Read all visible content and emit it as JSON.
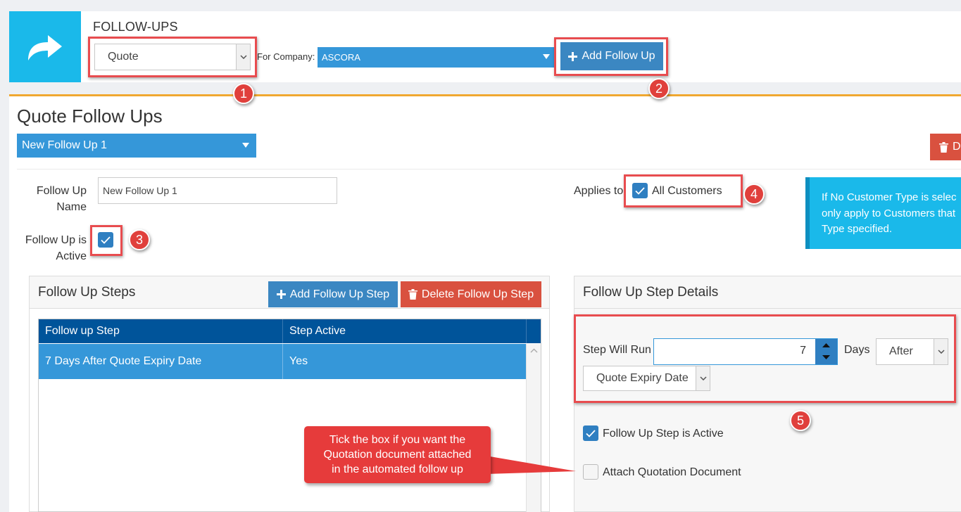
{
  "header": {
    "module_title": "FOLLOW-UPS",
    "type_select_value": "Quote",
    "company_label": "For Company:",
    "company_value": "ASCORA",
    "add_follow_up_label": "Add Follow Up"
  },
  "main": {
    "page_title": "Quote Follow Ups",
    "follow_up_select_value": "New Follow Up 1",
    "delete_button_label": "D",
    "follow_up_name_label": "Follow Up Name",
    "follow_up_name_value": "New Follow Up 1",
    "follow_up_active_label": "Follow Up is Active",
    "applies_to_label": "Applies to:",
    "all_customers_label": "All Customers",
    "info_lines": [
      "If No Customer Type is selec",
      "only apply to Customers that",
      "Type specified."
    ]
  },
  "steps": {
    "title": "Follow Up Steps",
    "add_step_label": "Add Follow Up Step",
    "delete_step_label": "Delete Follow Up Step",
    "columns": [
      "Follow up Step",
      "Step Active"
    ],
    "rows": [
      {
        "step": "7 Days After Quote Expiry Date",
        "active": "Yes"
      }
    ]
  },
  "details": {
    "title": "Follow Up Step Details",
    "step_will_run_label": "Step Will Run",
    "days_value": "7",
    "days_label": "Days",
    "after_select_value": "After",
    "date_select_value": "Quote Expiry Date",
    "step_active_label": "Follow Up Step is Active",
    "attach_label": "Attach Quotation Document"
  },
  "annotations": {
    "badges": [
      "1",
      "2",
      "3",
      "4",
      "5"
    ],
    "callout_lines": [
      "Tick the box if you want the",
      "Quotation document attached",
      "in the automated follow up"
    ]
  },
  "colors": {
    "accent_blue": "#3597d9",
    "header_blue": "#00549a",
    "logo_cyan": "#1ab9ea",
    "danger_red": "#d9513f",
    "annotation_red": "#e84c4f",
    "orange_line": "#f0a830"
  }
}
